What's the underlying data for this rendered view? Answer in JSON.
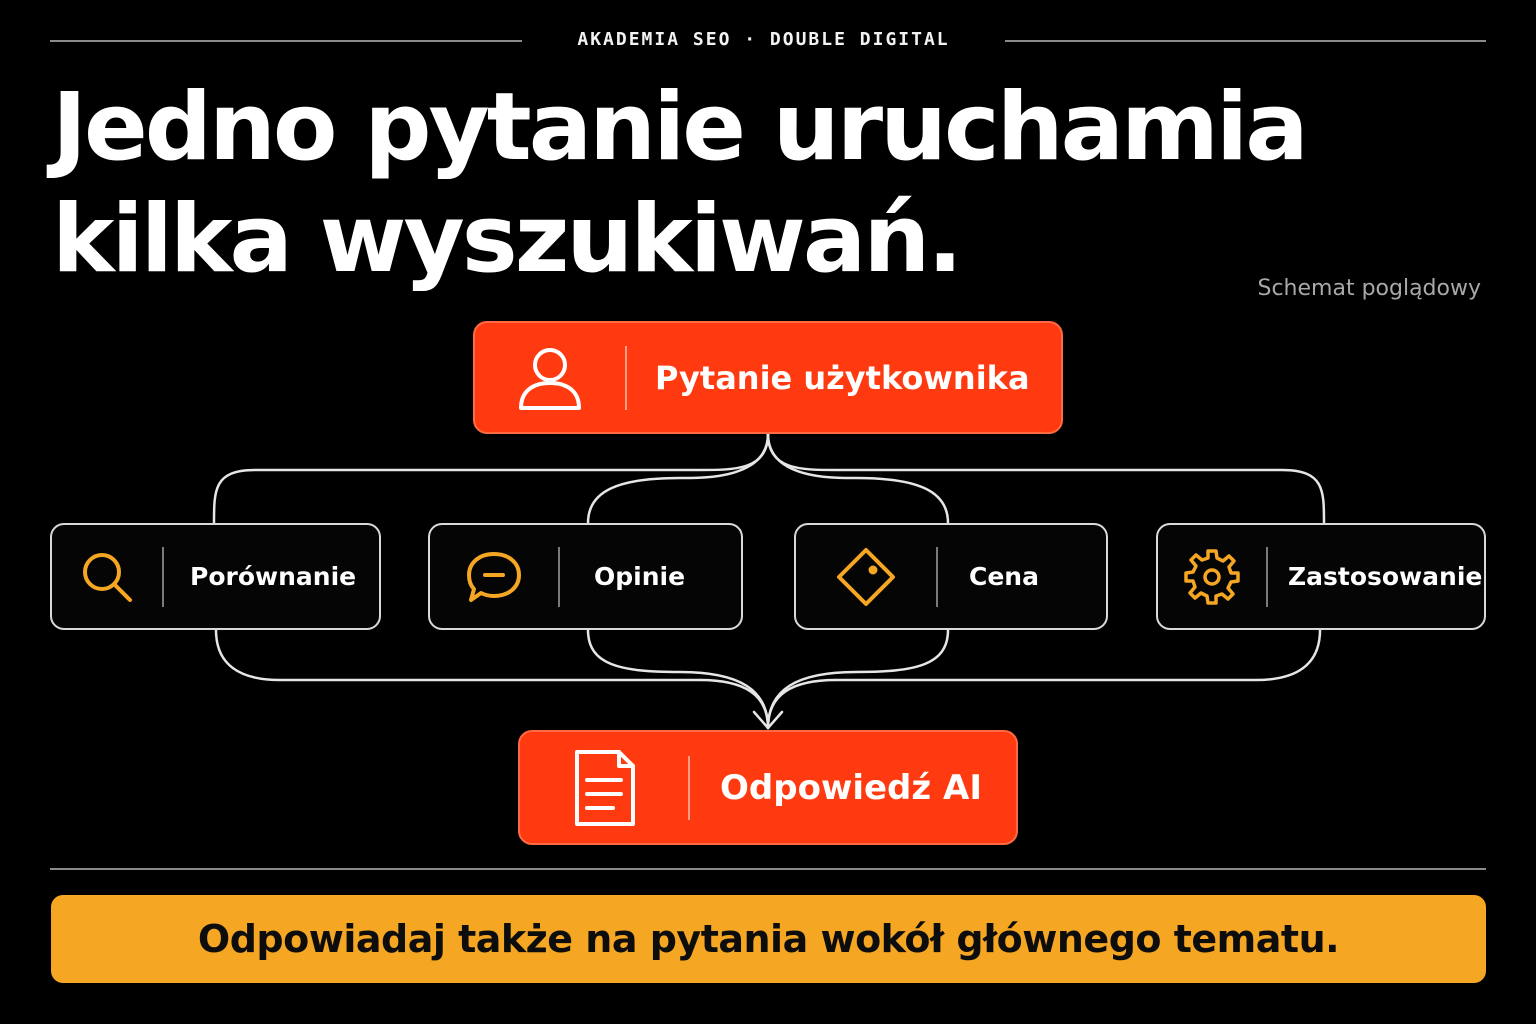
{
  "header": {
    "brand": "AKADEMIA SEO · DOUBLE DIGITAL",
    "title_line1": "Jedno pytanie uruchamia",
    "title_line2": "kilka wyszukiwań.",
    "subtitle": "Schemat poglądowy"
  },
  "diagram": {
    "question": {
      "label": "Pytanie użytkownika",
      "icon": "user-icon"
    },
    "searches": [
      {
        "label": "Porównanie",
        "icon": "search-icon"
      },
      {
        "label": "Opinie",
        "icon": "chat-bubble-icon"
      },
      {
        "label": "Cena",
        "icon": "price-tag-icon"
      },
      {
        "label": "Zastosowanie",
        "icon": "gear-icon"
      }
    ],
    "answer": {
      "label": "Odpowiedź AI",
      "icon": "document-icon"
    }
  },
  "footer": {
    "banner": "Odpowiadaj także na pytania wokół głównego tematu."
  },
  "colors": {
    "background": "#000000",
    "accent_red": "#ff3a10",
    "accent_yellow": "#f5a623",
    "icon_yellow": "#f5a623",
    "text": "#ffffff"
  }
}
